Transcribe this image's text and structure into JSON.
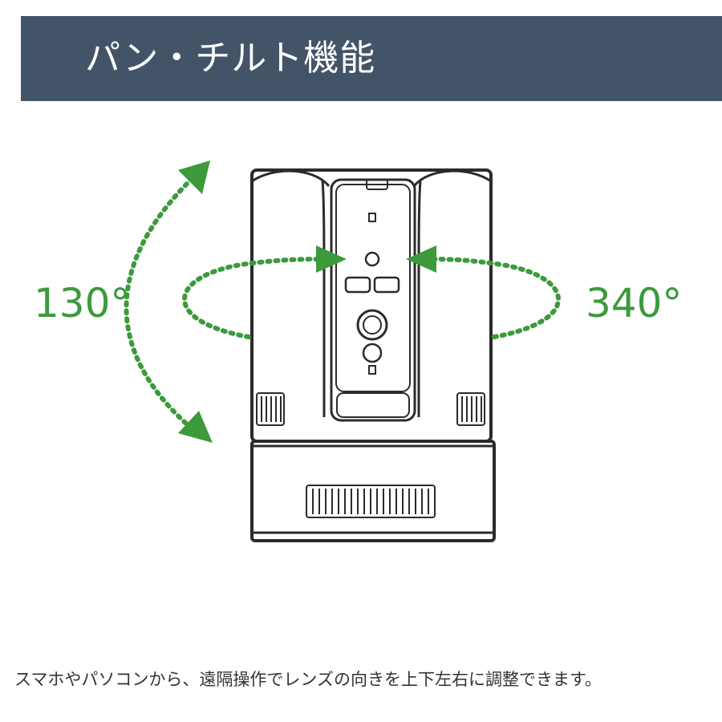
{
  "header": {
    "title": "パン・チルト機能",
    "background_color": "#445468"
  },
  "figure": {
    "tilt_label": "130°",
    "pan_label": "340°",
    "arrow_color": "#3c9a3c",
    "icons": [
      "security-camera-icon",
      "tilt-arrow-icon",
      "pan-arrow-icon"
    ]
  },
  "caption": {
    "text": "スマホやパソコンから、遠隔操作でレンズの向きを上下左右に調整できます。"
  }
}
